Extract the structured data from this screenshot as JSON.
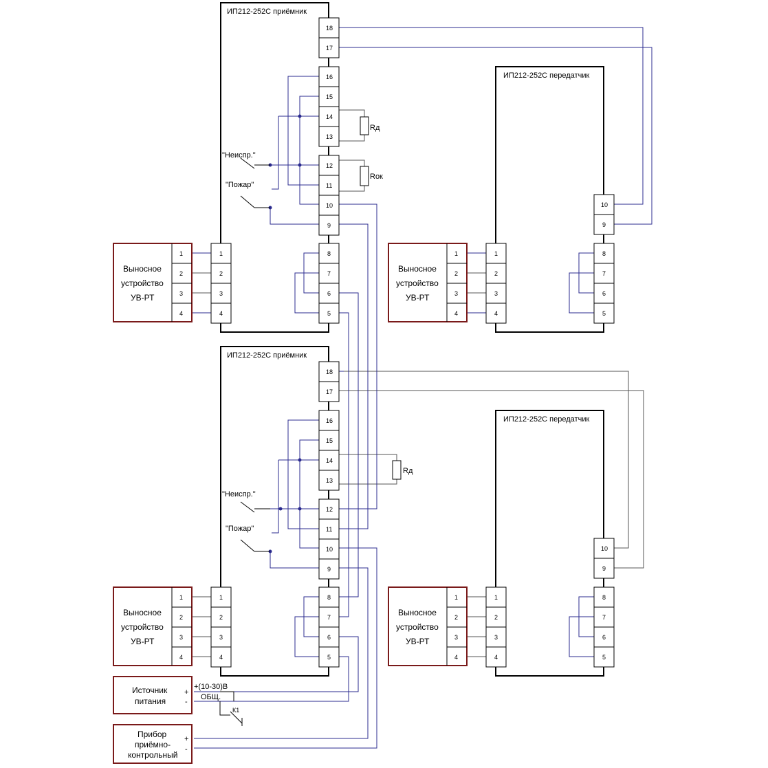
{
  "receiver_top": {
    "title": "ИП212-252С приёмник",
    "terminals_right": [
      "18",
      "17",
      "16",
      "15",
      "14",
      "13",
      "12",
      "11",
      "10",
      "9",
      "8",
      "7",
      "6",
      "5"
    ],
    "terminals_left": [
      "1",
      "2",
      "3",
      "4"
    ],
    "resistor_1": "Rд",
    "resistor_2": "Rок",
    "contact_fault": "\"Неиспр.\"",
    "contact_fire": "\"Пожар\""
  },
  "receiver_bottom": {
    "title": "ИП212-252С приёмник",
    "terminals_right": [
      "18",
      "17",
      "16",
      "15",
      "14",
      "13",
      "12",
      "11",
      "10",
      "9",
      "8",
      "7",
      "6",
      "5"
    ],
    "terminals_left": [
      "1",
      "2",
      "3",
      "4"
    ],
    "resistor_1": "Rд",
    "contact_fault": "\"Неиспр.\"",
    "contact_fire": "\"Пожар\""
  },
  "transmitter_top": {
    "title": "ИП212-252С передатчик",
    "terminals_right": [
      "10",
      "9",
      "8",
      "7",
      "6",
      "5"
    ],
    "terminals_left": [
      "1",
      "2",
      "3",
      "4"
    ]
  },
  "transmitter_bottom": {
    "title": "ИП212-252С передатчик",
    "terminals_right": [
      "10",
      "9",
      "8",
      "7",
      "6",
      "5"
    ],
    "terminals_left": [
      "1",
      "2",
      "3",
      "4"
    ]
  },
  "remote_device": {
    "line1": "Выносное",
    "line2": "устройство",
    "line3": "УВ-РТ",
    "terminals": [
      "1",
      "2",
      "3",
      "4"
    ]
  },
  "power_source": {
    "line1": "Источник",
    "line2": "питания",
    "plus": "+",
    "minus": "-",
    "plus_label": "+(10-30)В",
    "common_label": "ОБЩ.",
    "relay": "К1"
  },
  "control_panel": {
    "line1": "Прибор",
    "line2": "приёмно-",
    "line3": "контрольный",
    "plus": "+",
    "minus": "-"
  }
}
